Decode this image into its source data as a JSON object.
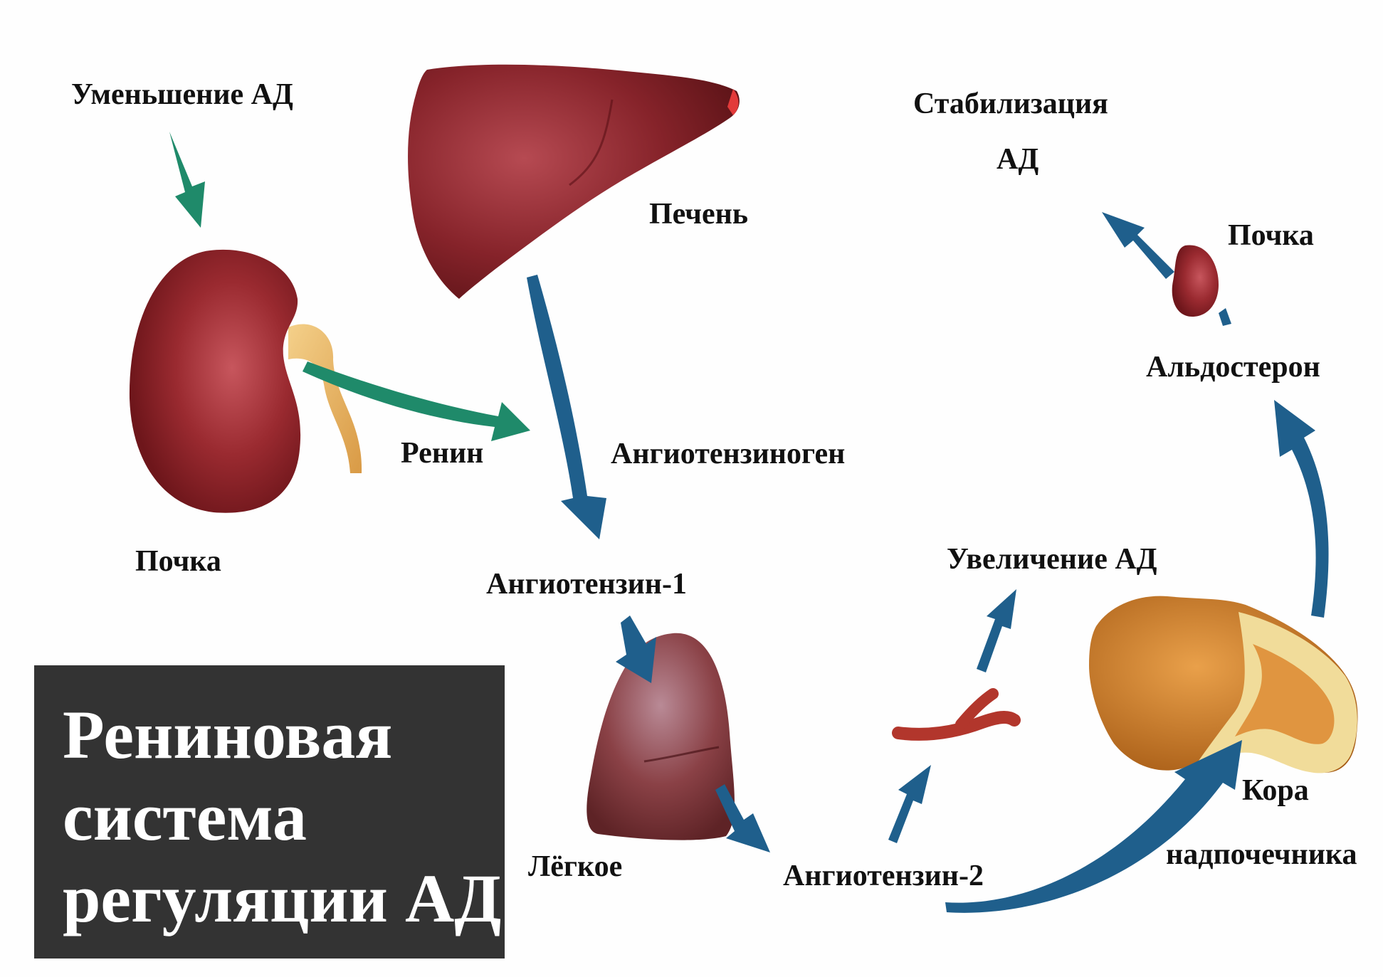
{
  "labels": {
    "decrease_bp": "Уменьшение АД",
    "kidney_left": "Почка",
    "renin": "Ренин",
    "liver": "Печень",
    "angiotensinogen": "Ангиотензиноген",
    "angiotensin1": "Ангиотензин-1",
    "lung": "Лёгкое",
    "angiotensin2": "Ангиотензин-2",
    "increase_bp": "Увеличение АД",
    "adrenal_cortex_1": "Кора",
    "adrenal_cortex_2": "надпочечника",
    "aldosterone": "Альдостерон",
    "kidney_right": "Почка",
    "stabilization_1": "Стабилизация",
    "stabilization_2": "АД"
  },
  "title": {
    "line1": "Рениновая",
    "line2": "система",
    "line3": "регуляции АД"
  },
  "colors": {
    "green_arrow": "#1f8a6a",
    "blue_arrow": "#1f5f8c",
    "organ_red": "#8e2128",
    "liver_red": "#7e1d22",
    "lung_red": "#7c3335",
    "adrenal_orange": "#c97a24",
    "adrenal_cream": "#f1dc9a",
    "title_bg": "#333333"
  }
}
